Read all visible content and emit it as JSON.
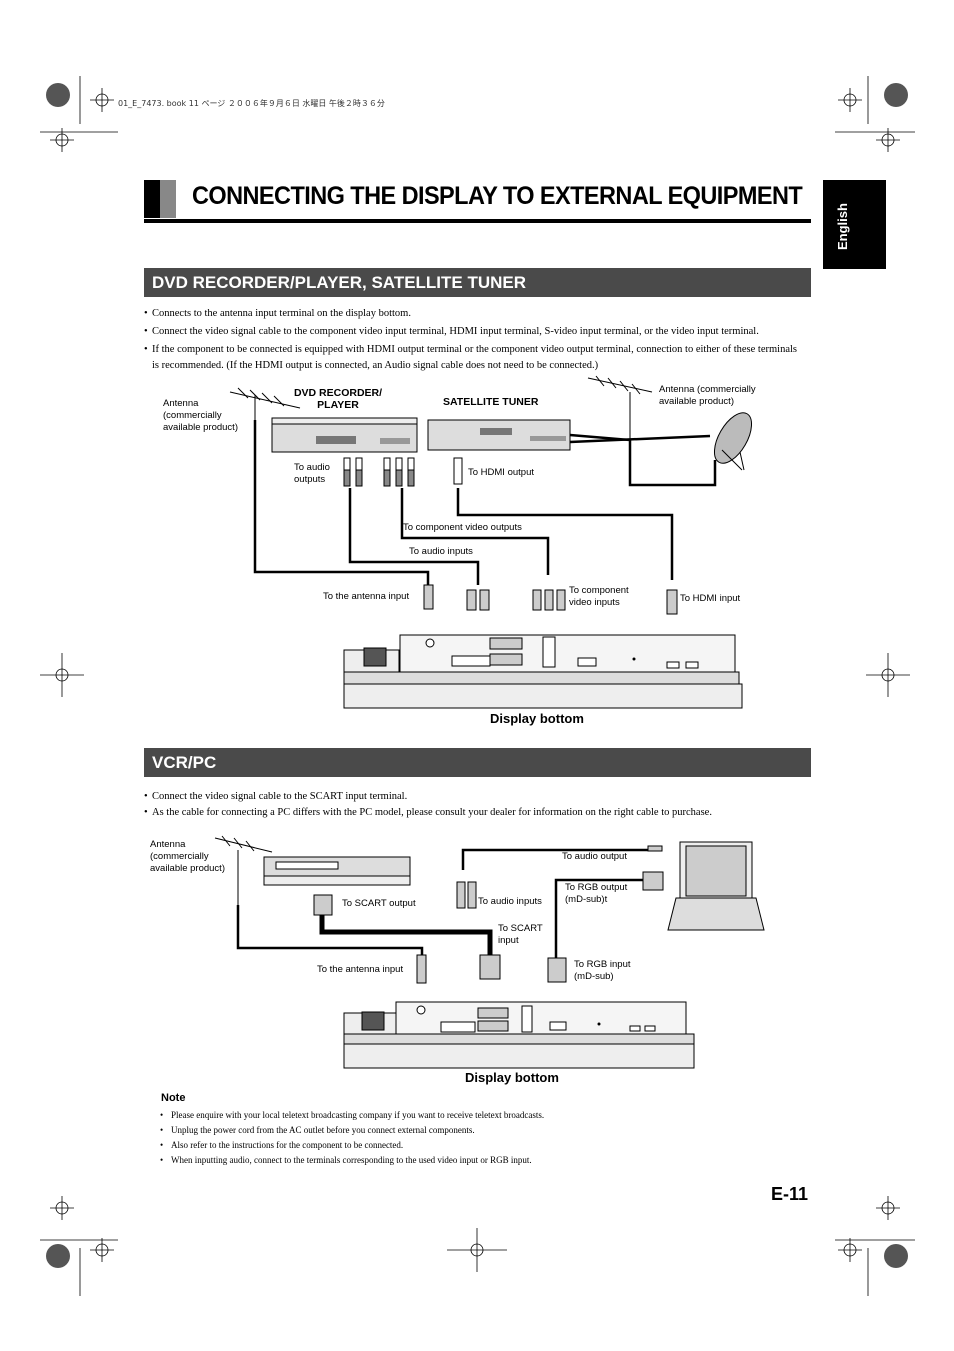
{
  "print_header": "01_E_7473. book  11 ページ  ２００６年９月６日  水曜日  午後２時３６分",
  "page_title": "CONNECTING THE DISPLAY TO EXTERNAL EQUIPMENT",
  "language_tab": "English",
  "section1": {
    "heading": "DVD RECORDER/PLAYER, SATELLITE TUNER",
    "bullets": [
      "Connects to the antenna input terminal on the display bottom.",
      "Connect the video signal cable to the component video input terminal, HDMI input terminal, S-video input terminal, or the video input terminal.",
      "If the component to be connected is equipped with HDMI output terminal or the component video output terminal, connection to either of these terminals is recommended. (If the HDMI output is connected, an Audio signal cable does not need to be connected.)"
    ],
    "diagram": {
      "antenna_left": "Antenna\n(commercially\navailable product)",
      "dvd_label": "DVD RECORDER/\nPLAYER",
      "sat_label": "SATELLITE TUNER",
      "antenna_right": "Antenna (commercially\navailable product)",
      "to_audio_outputs": "To audio\noutputs",
      "to_hdmi_output": "To HDMI output",
      "to_component_outputs": "To component video outputs",
      "to_audio_inputs": "To audio inputs",
      "to_antenna_input": "To the antenna input",
      "to_component_inputs": "To component\nvideo inputs",
      "to_hdmi_input": "To HDMI input",
      "caption": "Display bottom"
    }
  },
  "section2": {
    "heading": "VCR/PC",
    "bullets": [
      "Connect the video signal cable to the SCART input terminal.",
      "As the cable for connecting a PC differs with the PC model, please consult your dealer for information on the right cable to purchase."
    ],
    "diagram": {
      "antenna": "Antenna\n(commercially\navailable product)",
      "to_audio_output": "To audio output",
      "to_rgb_output": "To RGB output\n(mD-sub)t",
      "to_scart_output": "To SCART output",
      "to_audio_inputs": "To audio inputs",
      "to_scart_input": "To SCART\ninput",
      "to_antenna_input": "To the antenna input",
      "to_rgb_input": "To RGB input\n(mD-sub)",
      "caption": "Display bottom"
    }
  },
  "note": {
    "title": "Note",
    "items": [
      "Please enquire with your local teletext broadcasting company if you want to receive teletext broadcasts.",
      "Unplug the power cord from the AC outlet before you connect external components.",
      "Also refer to the instructions for the component to be connected.",
      "When inputting audio, connect to the terminals corresponding to the used video input or RGB input."
    ]
  },
  "page_number": "E-11"
}
